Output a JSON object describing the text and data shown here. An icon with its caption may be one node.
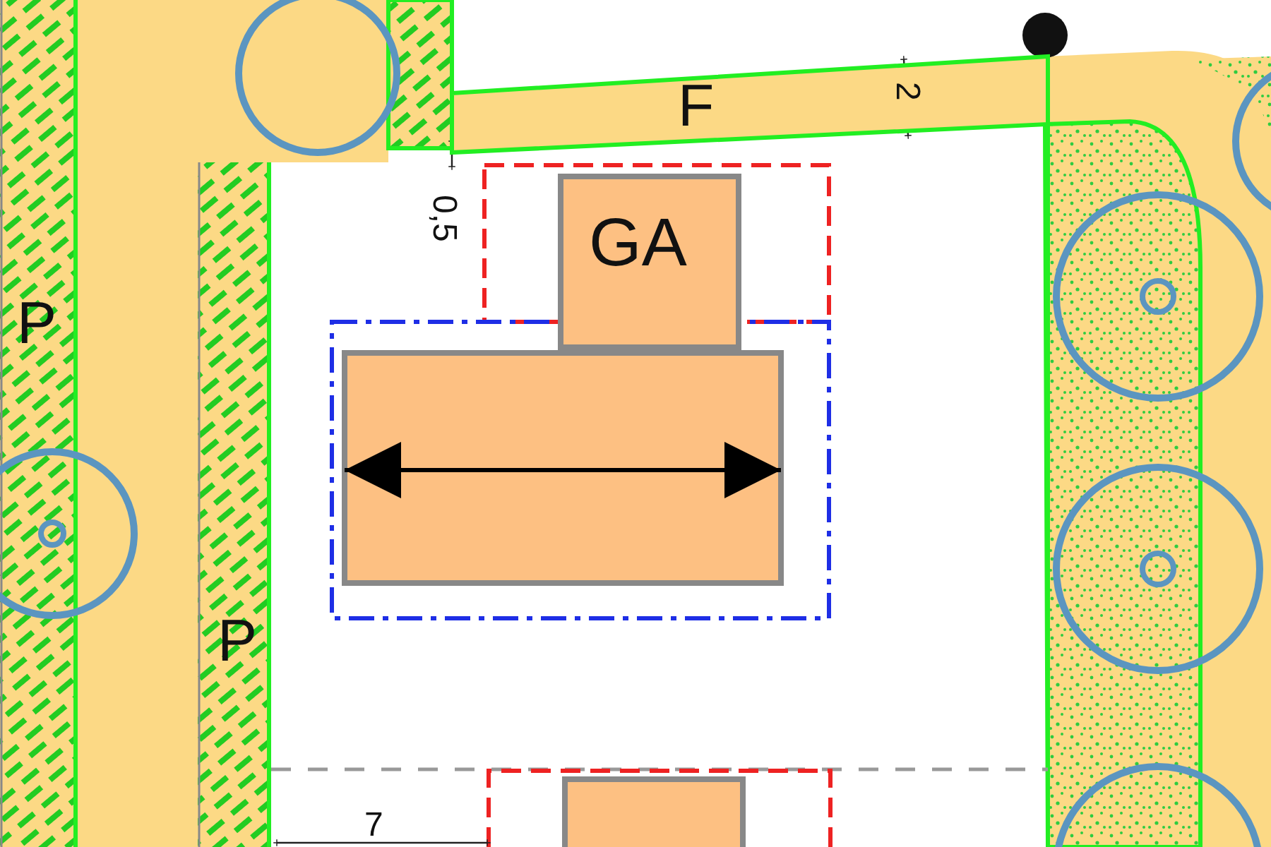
{
  "diagram": {
    "nodes": [
      {
        "text": [
          "F"
        ]
      },
      {
        "text": [
          "GA"
        ]
      },
      {
        "text": [
          "P"
        ]
      },
      {
        "text": [],
        "shape": "box"
      },
      {
        "text": [
          "P"
        ]
      },
      {
        "text": [],
        "shape": "box"
      }
    ],
    "labels": [
      "0,5",
      "2",
      "7"
    ]
  }
}
